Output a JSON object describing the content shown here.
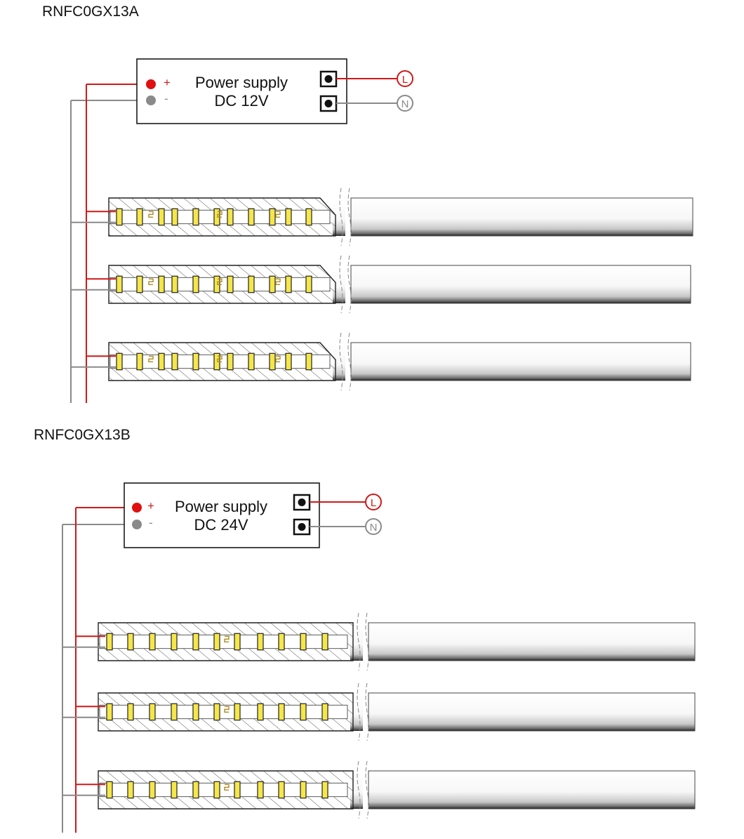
{
  "diagram_a": {
    "model": "RNFC0GX13A",
    "psu_line1": "Power supply",
    "psu_line2": "DC 12V",
    "plus": "+",
    "minus": "-",
    "live": "L",
    "neutral": "N",
    "strip_count": 3
  },
  "diagram_b": {
    "model": "RNFC0GX13B",
    "psu_line1": "Power supply",
    "psu_line2": "DC 24V",
    "plus": "+",
    "minus": "-",
    "live": "L",
    "neutral": "N",
    "strip_count": 3
  },
  "colors": {
    "positive_wire": "#d01818",
    "negative_wire": "#8a8a8a",
    "led_fill": "#f5e64a",
    "outline": "#1a1a1a"
  },
  "icons": [
    "power-supply-box",
    "terminal-icon",
    "live-terminal-icon",
    "neutral-terminal-icon",
    "led-chip-icon",
    "resistor-icon"
  ]
}
